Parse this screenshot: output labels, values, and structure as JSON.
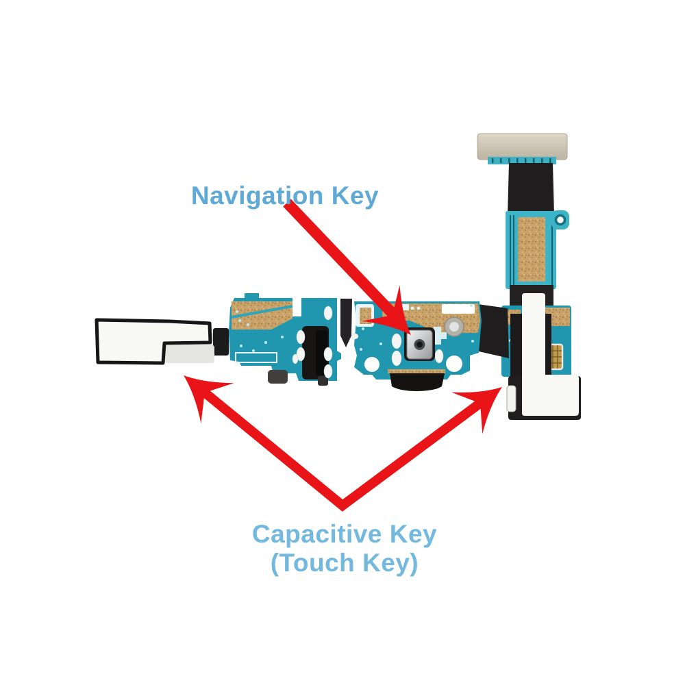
{
  "background": "#ffffff",
  "colors": {
    "arrow_red": "#e81417",
    "label_blue": "#5fa9d7",
    "label_blue_light": "#72b8df",
    "pcb_teal": "#2097ae",
    "pcb_teal_light": "#3cb3c7",
    "copper": "#c9a26a",
    "flex_black": "#1f1d1e",
    "sticker_white": "#f8f8f5",
    "connector_beige": "#d0c9b8",
    "metal_silver": "#c9cacd"
  },
  "annotations": {
    "navigation_key": {
      "text": "Navigation Key"
    },
    "capacitive_key": {
      "line1": "Capacitive Key",
      "line2": "(Touch Key)"
    }
  }
}
